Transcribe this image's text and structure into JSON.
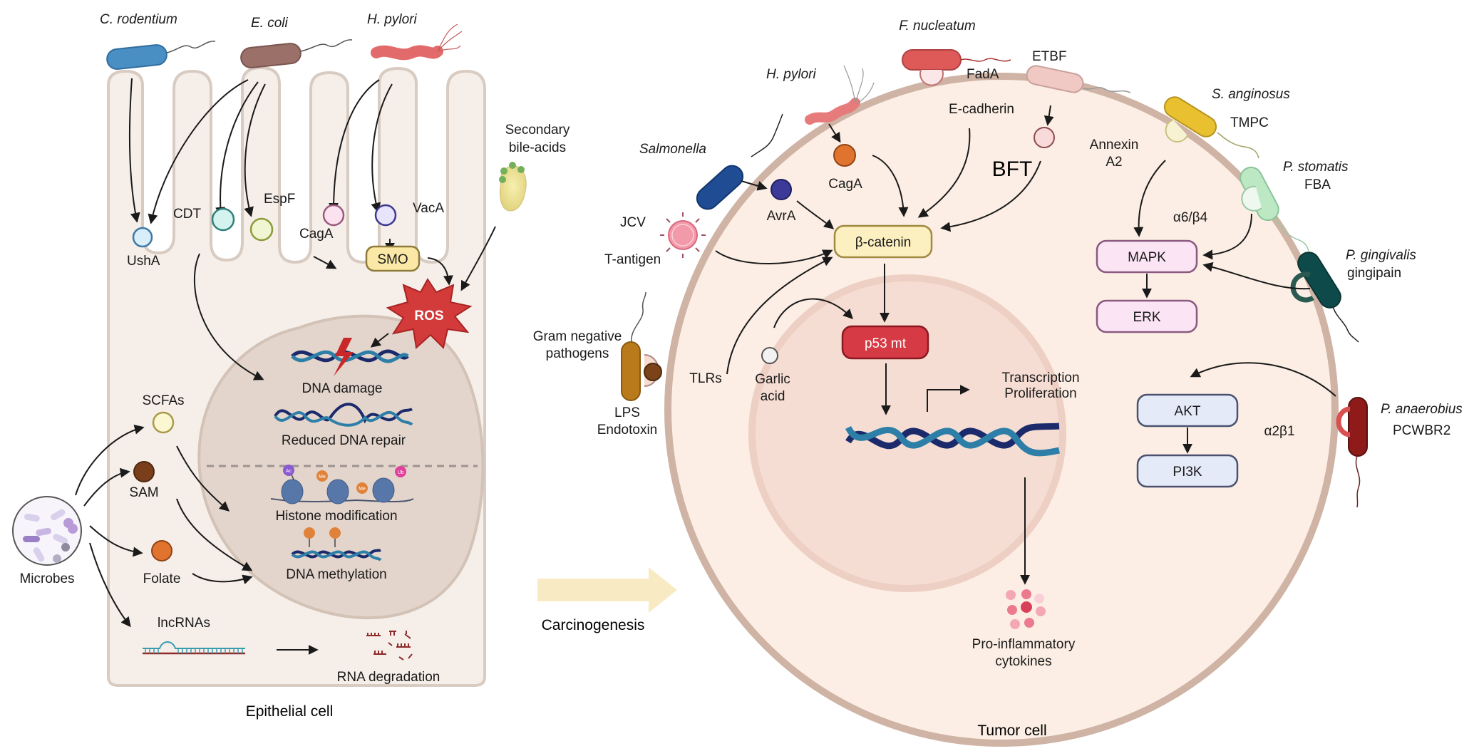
{
  "figure": {
    "left_panel_title": "Epithelial cell",
    "right_panel_title": "Tumor cell",
    "transition_label": "Carcinogenesis",
    "colors": {
      "cell_fill": "#f6efe9",
      "cell_border": "#d8cbc2",
      "epi_nucleus": "#e3d5cc",
      "tumor_cytoplasm": "#fceee4",
      "tumor_membrane": "#cfb3a4",
      "tumor_nucleus": "#f6ddd3",
      "transition_arrow": "#f8ebc4",
      "arrow": "#1a1a1a",
      "dna_dark": "#1b2a6b",
      "dna_light": "#2d7fa8",
      "ros": "#d33a3a",
      "p53": "#d63a45"
    }
  },
  "epithelial": {
    "bacteria": [
      {
        "name": "C. rodentium",
        "color": "#4a8fc4"
      },
      {
        "name": "E. coli",
        "color": "#9a7068"
      },
      {
        "name": "H. pylori",
        "color": "#e36a6a"
      }
    ],
    "factors": {
      "usha": "UshA",
      "cdt": "CDT",
      "espf": "EspF",
      "caga": "CagA",
      "vaca": "VacA",
      "smo": "SMO",
      "ros": "ROS",
      "bile": "Secondary\nbile-acids",
      "bile_line1": "Secondary",
      "bile_line2": "bile-acids"
    },
    "nucleus": {
      "dna_damage": "DNA damage",
      "reduced_repair": "Reduced DNA repair",
      "histone": "Histone modification",
      "methylation": "DNA methylation",
      "marks": {
        "ac": "Ac",
        "me": "Me",
        "ub": "Ub"
      }
    },
    "metabolites": {
      "microbes": "Microbes",
      "scfas": "SCFAs",
      "sam": "SAM",
      "folate": "Folate",
      "lncrnas": "lncRNAs",
      "rna_degradation": "RNA degradation"
    }
  },
  "tumor": {
    "bacteria": {
      "f_nucleatum": "F. nucleatum",
      "fada": "FadA",
      "etbf": "ETBF",
      "h_pylori": "H. pylori",
      "salmonella": "Salmonella",
      "s_anginosus": "S. anginosus",
      "tmpc": "TMPC",
      "p_stomatis": "P. stomatis",
      "fba": "FBA",
      "p_gingivalis": "P. gingivalis",
      "gingipain": "gingipain",
      "p_anaerobius": "P. anaerobius",
      "pcwbr2": "PCWBR2",
      "gram_neg_1": "Gram negative",
      "gram_neg_2": "pathogens",
      "lps": "LPS",
      "endotoxin": "Endotoxin",
      "jcv": "JCV",
      "t_antigen": "T-antigen"
    },
    "molecules": {
      "e_cadherin": "E-cadherin",
      "bft": "BFT",
      "caga": "CagA",
      "avra": "AvrA",
      "annexin_1": "Annexin",
      "annexin_2": "A2",
      "a6b4": "α6/β4",
      "a2b1": "α2β1",
      "tlrs": "TLRs",
      "garlic_1": "Garlic",
      "garlic_2": "acid"
    },
    "pathway_boxes": {
      "beta_catenin": "β-catenin",
      "p53": "p53 mt",
      "mapk": "MAPK",
      "erk": "ERK",
      "akt": "AKT",
      "pi3k": "PI3K"
    },
    "outputs": {
      "transcription": "Transcription",
      "proliferation": "Proliferation",
      "cytokines_1": "Pro-inflammatory",
      "cytokines_2": "cytokines"
    }
  }
}
